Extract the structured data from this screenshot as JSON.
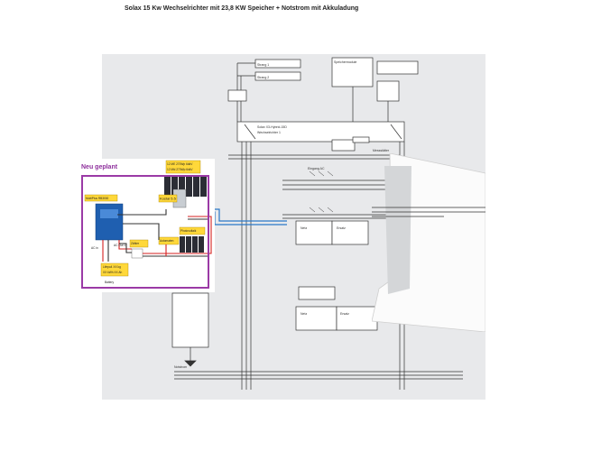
{
  "title": "Solax 15 Kw Wechselrichter mit 23,8 KW Speicher + Notstrom mit Akkuladung",
  "inset": {
    "heading": "Neu geplant",
    "modules_line1": "12 ME 270Wp 6dkV",
    "modules_line2": "12 Mkl 270Wp 6dkV",
    "kostal": "Kostal 5.5",
    "multiplus": "MultiPlus RB3000",
    "ac_in": "AC in",
    "ac_out": "AC Out 1",
    "battery_info_1": "Lifepo4 XX kg",
    "battery_info_2": "XX kWh XX Ah",
    "battery": "Battery",
    "modules_small": "Photovoltaik",
    "zaehler": "Zähler",
    "automaten": "Automaten"
  },
  "photo_labels": {
    "string1": "Strang 1",
    "string2": "Strang 2",
    "speichermodule": "Speichermodule",
    "solax": "Solax X3-Hybrid-15D",
    "wechselrichter": "Wechselrichter 1",
    "messstaetter": "Messstätter",
    "eingang": "Eingang AC",
    "netz": "Netz",
    "ersatz": "Ersatz",
    "notstrom": "Notstrom"
  }
}
